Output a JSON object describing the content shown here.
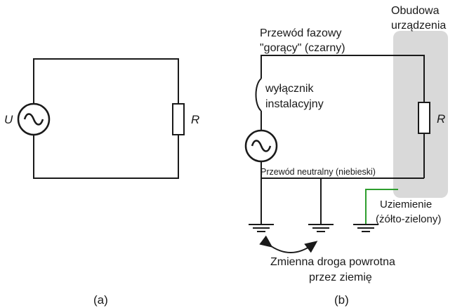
{
  "circuit_a": {
    "source_label": "U",
    "resistor_label": "R",
    "caption": "(a)"
  },
  "circuit_b": {
    "housing_label_line1": "Obudowa",
    "housing_label_line2": "urządzenia",
    "phase_wire_line1": "Przewód fazowy",
    "phase_wire_line2": "\"gorący\" (czarny)",
    "breaker_line1": "wyłącznik",
    "breaker_line2": "instalacyjny",
    "resistor_label": "R",
    "neutral_wire": "Przewód neutralny (niebieski)",
    "ground_line1": "Uziemienie",
    "ground_line2": "(żółto-zielony)",
    "return_path_line1": "Zmienna droga powrotna",
    "return_path_line2": "przez ziemię",
    "caption": "(b)"
  },
  "colors": {
    "wire": "#1a1a1a",
    "ground_wire": "#2e9e2e",
    "housing_fill": "#d9d9d9"
  }
}
